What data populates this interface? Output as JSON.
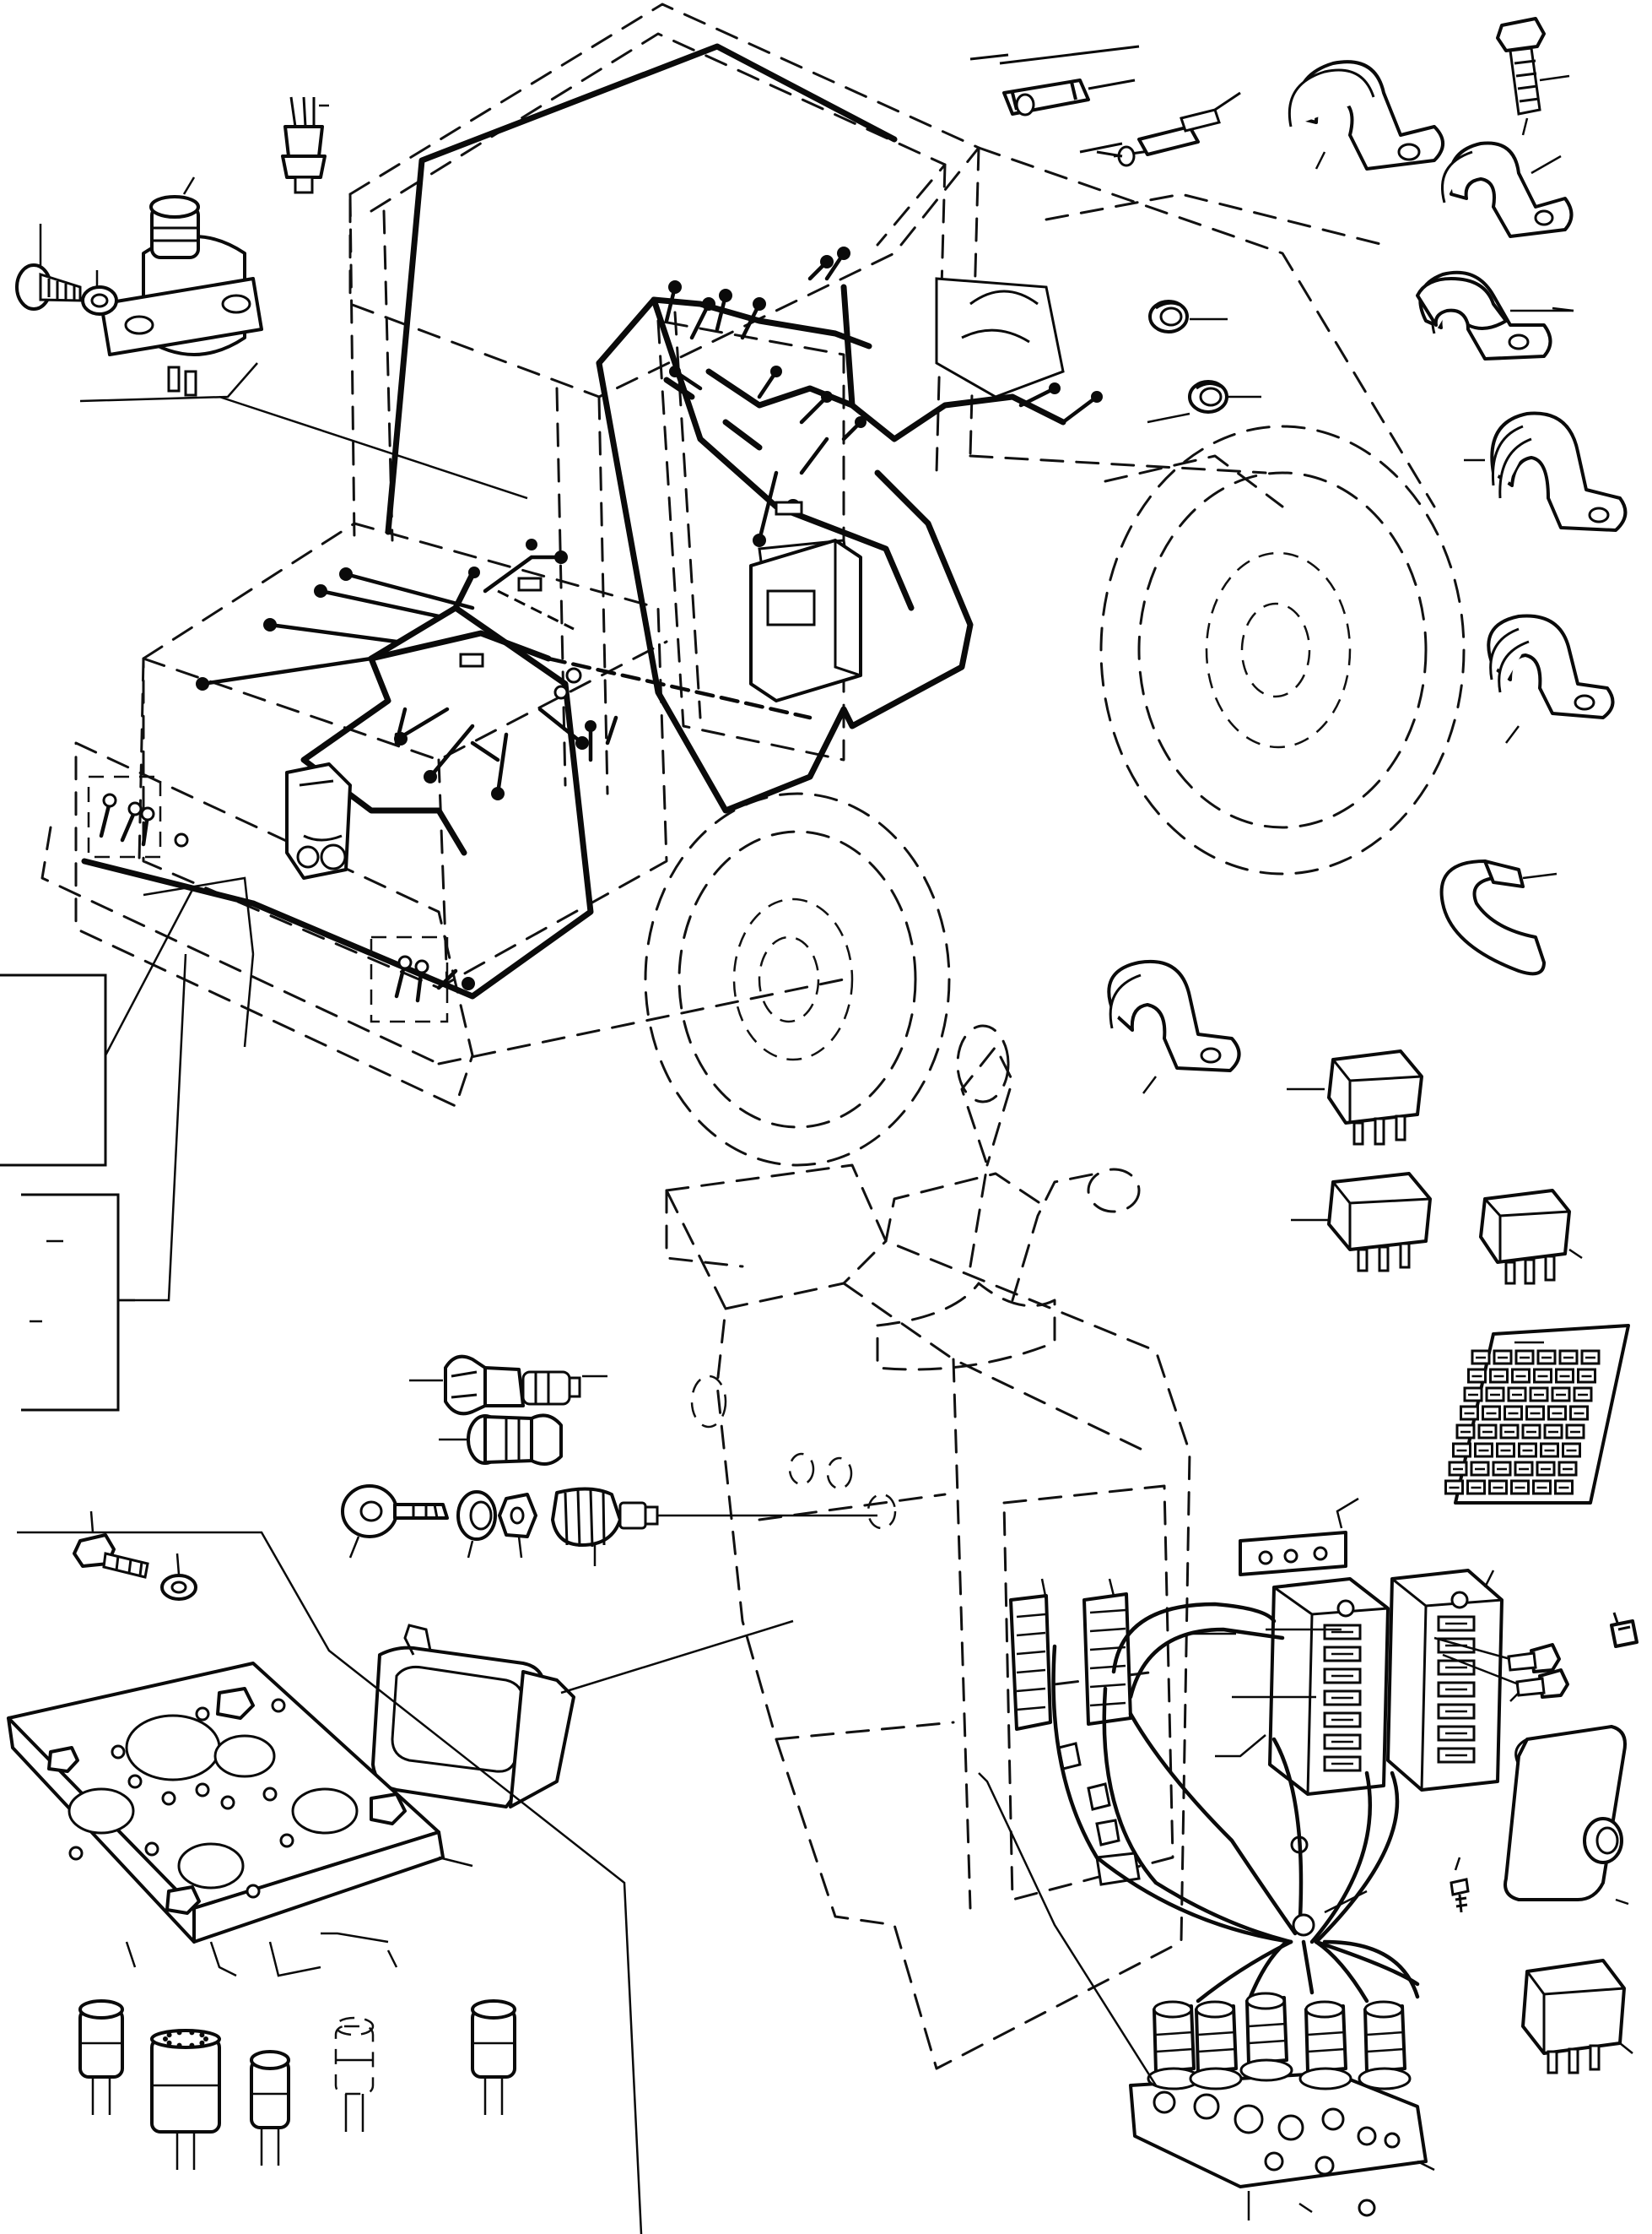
{
  "figure": {
    "colors": {
      "ink": "#0a0a0a",
      "paper": "#ffffff"
    },
    "callouts": [
      {
        "id": "brake-light-switch"
      },
      {
        "id": "screw-and-washer"
      },
      {
        "id": "pressure-switch"
      },
      {
        "id": "mounting-bracket-group"
      },
      {
        "id": "main-wiring-harness"
      },
      {
        "id": "cab-harness"
      },
      {
        "id": "grommet"
      },
      {
        "id": "cable-clamp"
      },
      {
        "id": "strap-tie"
      },
      {
        "id": "relay"
      },
      {
        "id": "fuse-chart"
      },
      {
        "id": "fuse-box"
      },
      {
        "id": "ignition-switch"
      },
      {
        "id": "warning-lamp"
      },
      {
        "id": "instrument"
      },
      {
        "id": "instrument-panel"
      },
      {
        "id": "connector-plate"
      },
      {
        "id": "flasher-unit"
      }
    ]
  }
}
